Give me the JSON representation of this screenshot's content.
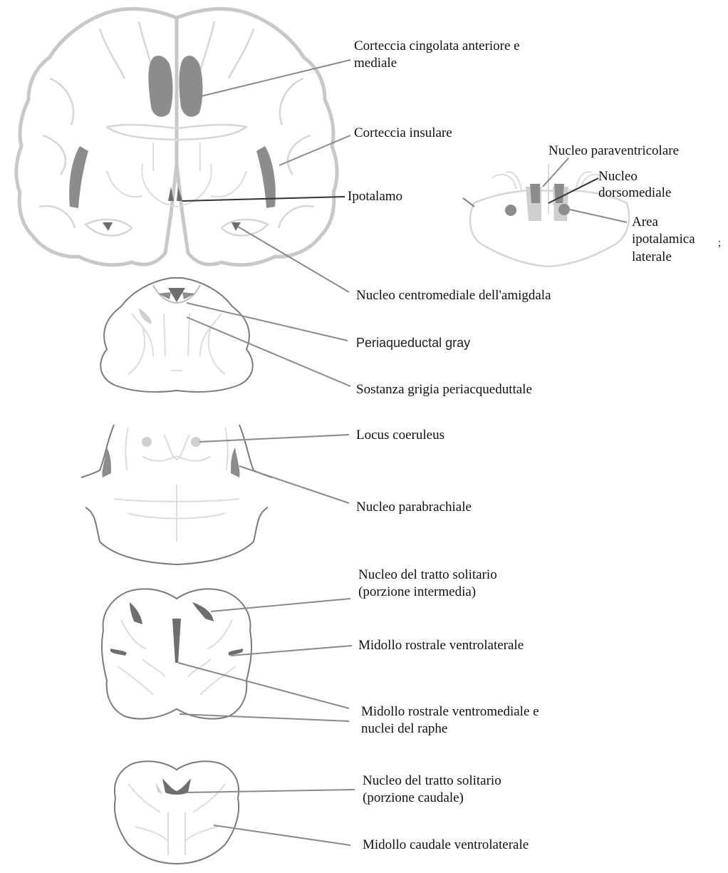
{
  "labels": {
    "cingulate": "Corteccia cingolata anteriore e",
    "cingulate_2": "mediale",
    "insula": "Corteccia insulare",
    "hypothalamus": "Ipotalamo",
    "paraventricular": "Nucleo paraventricolare",
    "dorsomedial_1": "Nucleo",
    "dorsomedial_2": "dorsomediale",
    "lateral_area_1": "Area",
    "lateral_area_2": "ipotalamica",
    "lateral_area_3": "laterale",
    "stray_mark": ";",
    "amygdala": "Nucleo centromediale dell'amigdala",
    "pag_en": "Periaqueductal gray",
    "pag_it": "Sostanza grigia periacqueduttale",
    "locus": "Locus coeruleus",
    "parabrachial": "Nucleo parabrachiale",
    "nts_int_1": "Nucleo del tratto solitario",
    "nts_int_2": "(porzione intermedia)",
    "rvlm": "Midollo rostrale ventrolaterale",
    "rvmm_1": "Midollo rostrale ventromediale e",
    "rvmm_2": "nuclei del raphe",
    "nts_caud_1": "Nucleo del tratto solitario",
    "nts_caud_2": "(porzione caudale)",
    "cvlm": "Midollo caudale ventrolaterale"
  }
}
